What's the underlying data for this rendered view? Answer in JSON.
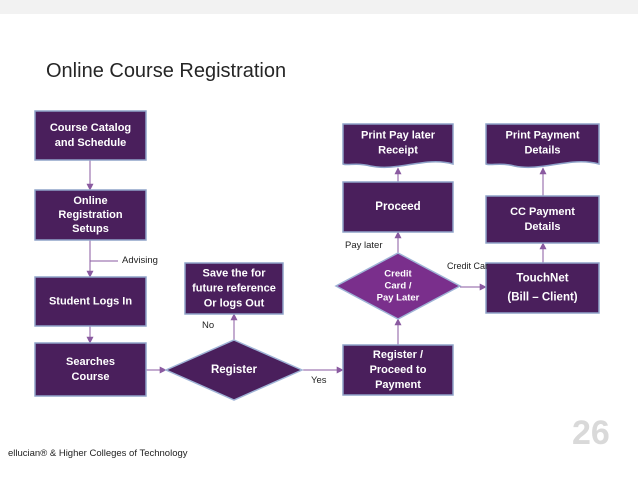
{
  "slide": {
    "title": "Online Course Registration",
    "footer": "ellucian® & Higher Colleges of Technology",
    "page_number": "26"
  },
  "nodes": {
    "course_catalog": [
      "Course Catalog",
      "and Schedule"
    ],
    "online_setups": [
      "Online",
      "Registration",
      "Setups"
    ],
    "student_logs_in": [
      "Student Logs In"
    ],
    "searches_course": [
      "Searches",
      "Course"
    ],
    "save_reference": [
      "Save the for",
      "future reference",
      "Or logs Out"
    ],
    "register": [
      "Register"
    ],
    "register_proceed": [
      "Register /",
      "Proceed to",
      "Payment"
    ],
    "credit_card": [
      "Credit",
      "Card  /",
      "Pay Later"
    ],
    "proceed": [
      "Proceed"
    ],
    "print_pay_later": [
      "Print Pay later",
      "Receipt"
    ],
    "touchnet": [
      "TouchNet",
      "(Bill – Client)"
    ],
    "cc_payment": [
      "CC Payment",
      "Details"
    ],
    "print_payment": [
      "Print Payment",
      "Details"
    ]
  },
  "edge_labels": {
    "advising": "Advising",
    "no": "No",
    "yes": "Yes",
    "pay_later": "Pay later",
    "credit_card": "Credit Card"
  },
  "colors": {
    "node_fill": "#4a1f5c",
    "node_border": "#8fa3c9",
    "diamond_fill": "#7a2f8c",
    "diamond_border": "#9fb3d6",
    "arrow": "#8a5aa0"
  }
}
